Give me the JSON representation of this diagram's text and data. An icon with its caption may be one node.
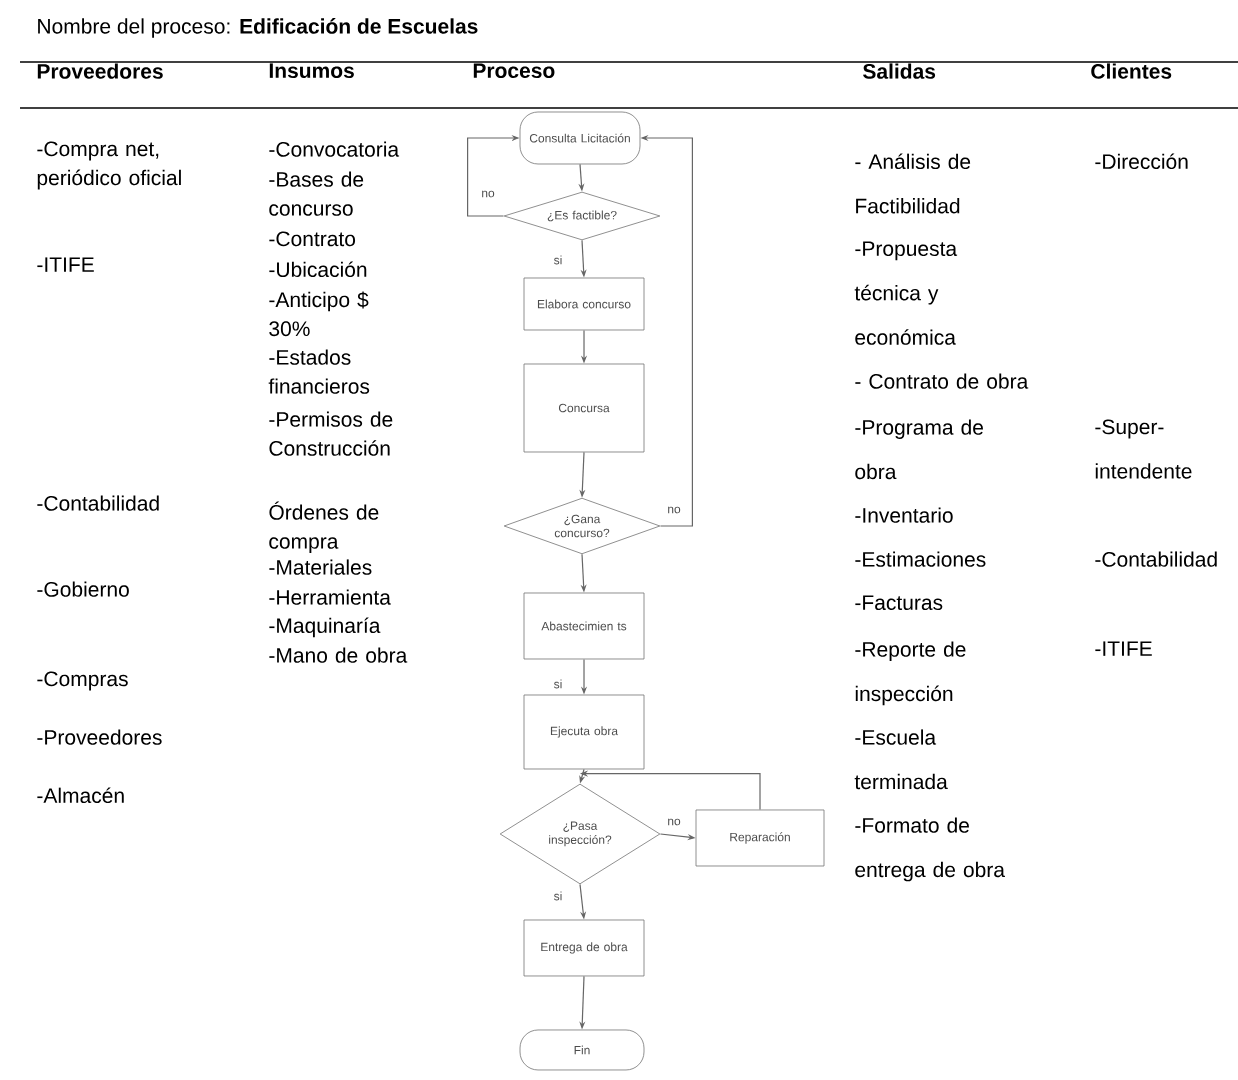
{
  "diagram": {
    "title": "Nombre del proceso: **Edificación  de Escuelas**",
    "nodes": [
      {
        "text": [
          "Consulta Licitación"
        ]
      },
      {
        "text": [
          "¿Es factible?"
        ]
      },
      {
        "text": [
          "Elabora concurso"
        ]
      },
      {
        "text": [
          "Concursa"
        ]
      },
      {
        "text": [
          "¿Gana concurso?"
        ]
      },
      {
        "text": [
          "Abastecimien ts"
        ]
      },
      {
        "text": [
          "Ejecuta obra"
        ]
      },
      {
        "text": [
          "¿Pasa inspección?"
        ]
      },
      {
        "text": [
          "Reparación"
        ]
      },
      {
        "text": [
          "Entrega de obra"
        ]
      },
      {
        "text": [
          "Fin"
        ]
      }
    ],
    "edges": [
      {
        "from": 0,
        "to": 1,
        "arrow": "to"
      },
      {
        "from": 1,
        "to": 0,
        "arrow": "to",
        "label": "no"
      },
      {
        "from": 1,
        "to": 2,
        "arrow": "to",
        "label": "si"
      },
      {
        "from": 2,
        "to": 3,
        "arrow": "to"
      },
      {
        "from": 3,
        "to": 4,
        "arrow": "to"
      },
      {
        "from": 4,
        "to": 0,
        "arrow": "to",
        "label": "no"
      },
      {
        "from": 4,
        "to": 5,
        "arrow": "to"
      },
      {
        "from": 5,
        "to": 6,
        "arrow": "to",
        "label": "si"
      },
      {
        "from": 6,
        "to": 7,
        "arrow": "to"
      },
      {
        "from": 7,
        "to": 8,
        "arrow": "to",
        "label": "no"
      },
      {
        "from": 8,
        "to": 7,
        "arrow": "to"
      },
      {
        "from": 7,
        "to": 9,
        "arrow": "to",
        "label": "si"
      },
      {
        "from": 9,
        "to": 10,
        "arrow": "to"
      }
    ],
    "labels": [
      "Proveedores",
      "Insumos",
      "Proceso",
      "Salidas",
      "Clientes",
      "-Compra net, periódico oficial",
      "-ITIFE",
      "-Contabilidad",
      "-Gobierno",
      "-Compras",
      "-Proveedores",
      "-Almacén",
      "-Convocatoria",
      "-Bases de concurso",
      "-Contrato",
      "-Ubicación",
      "-Anticipo $ 30%",
      "-Estados financieros",
      "-Permisos de Construcción",
      "Órdenes de compra",
      "-Materiales",
      "-Herramienta",
      "-Maquinaría",
      "-Mano de obra",
      "- Análisis de Factibilidad",
      "-Propuesta técnica y económica",
      "- Contrato de obra",
      "-Programa de obra",
      "-Inventario",
      "-Estimaciones",
      "-Facturas",
      "-Reporte de inspección",
      "-Escuela terminada",
      "-Formato de entrega de obra",
      "-Dirección",
      "-Super- intendente",
      "-Contabilidad",
      "-ITIFE"
    ]
  }
}
